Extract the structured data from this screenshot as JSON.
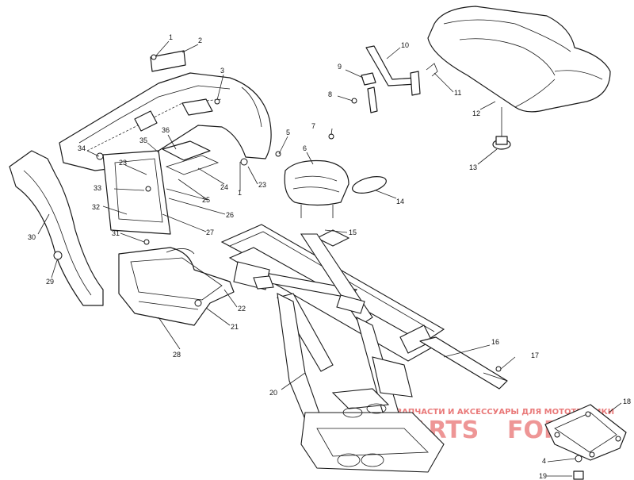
{
  "callouts": [
    {
      "id": "c1",
      "label": "1"
    },
    {
      "id": "c2",
      "label": "2"
    },
    {
      "id": "c3",
      "label": "3"
    },
    {
      "id": "c5",
      "label": "5"
    },
    {
      "id": "c6",
      "label": "6"
    },
    {
      "id": "c7",
      "label": "7"
    },
    {
      "id": "c8",
      "label": "8"
    },
    {
      "id": "c9",
      "label": "9"
    },
    {
      "id": "c10",
      "label": "10"
    },
    {
      "id": "c11",
      "label": "11"
    },
    {
      "id": "c12",
      "label": "12"
    },
    {
      "id": "c13",
      "label": "13"
    },
    {
      "id": "c14",
      "label": "14"
    },
    {
      "id": "c15",
      "label": "15"
    },
    {
      "id": "c16",
      "label": "16"
    },
    {
      "id": "c17",
      "label": "17"
    },
    {
      "id": "c18",
      "label": "18"
    },
    {
      "id": "c19",
      "label": "19"
    },
    {
      "id": "c4",
      "label": "4"
    },
    {
      "id": "c20",
      "label": "20"
    },
    {
      "id": "c21",
      "label": "21"
    },
    {
      "id": "c22",
      "label": "22"
    },
    {
      "id": "c23a",
      "label": "23"
    },
    {
      "id": "c23b",
      "label": "23"
    },
    {
      "id": "c1b",
      "label": "1"
    },
    {
      "id": "c24",
      "label": "24"
    },
    {
      "id": "c25",
      "label": "25"
    },
    {
      "id": "c26",
      "label": "26"
    },
    {
      "id": "c27",
      "label": "27"
    },
    {
      "id": "c28",
      "label": "28"
    },
    {
      "id": "c29",
      "label": "29"
    },
    {
      "id": "c30",
      "label": "30"
    },
    {
      "id": "c31",
      "label": "31"
    },
    {
      "id": "c32",
      "label": "32"
    },
    {
      "id": "c33",
      "label": "33"
    },
    {
      "id": "c34",
      "label": "34"
    },
    {
      "id": "c35",
      "label": "35"
    },
    {
      "id": "c36",
      "label": "36"
    }
  ],
  "watermark": {
    "tagline": "ЗАПЧАСТИ И АКСЕССУАРЫ ДЛЯ МОТОТЕХНИКИ",
    "brand_left": "PARTS",
    "brand_right": "FOR.RU"
  },
  "colors": {
    "line": "#1a1a1a",
    "watermark_red": "#e04040",
    "background": "#ffffff"
  }
}
